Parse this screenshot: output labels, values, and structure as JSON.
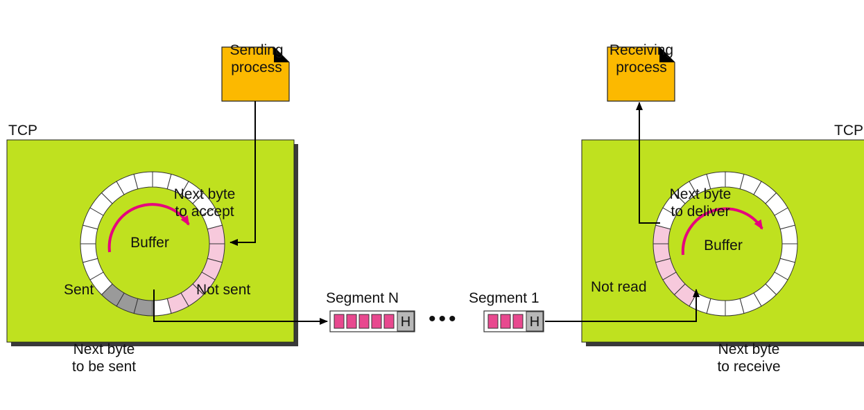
{
  "sender": {
    "process_label": [
      "Sending",
      "process"
    ],
    "tcp_label": "TCP",
    "next_accept": [
      "Next byte",
      "to accept"
    ],
    "buffer_label": "Buffer",
    "sent_label": "Sent",
    "not_sent_label": "Not sent",
    "next_send": [
      "Next byte",
      "to be sent"
    ]
  },
  "receiver": {
    "process_label": [
      "Receiving",
      "process"
    ],
    "tcp_label": "TCP",
    "next_deliver": [
      "Next byte",
      "to deliver"
    ],
    "buffer_label": "Buffer",
    "not_read_label": "Not read",
    "next_receive": [
      "Next byte",
      "to receive"
    ]
  },
  "segments": {
    "segment_n_label": "Segment N",
    "segment_1_label": "Segment 1",
    "header_label": "H",
    "ellipsis": "•••",
    "segment_n_data_cells": 5,
    "segment_1_data_cells": 3
  },
  "colors": {
    "tcp_box": "#bfe11f",
    "file": "#fcb900",
    "pink_cell": "#f7c9dc",
    "gray_cell": "#9a9a9a",
    "arc_arrow": "#e6007e",
    "segment_data": "#e8498f",
    "segment_header": "#b8b8b8"
  }
}
